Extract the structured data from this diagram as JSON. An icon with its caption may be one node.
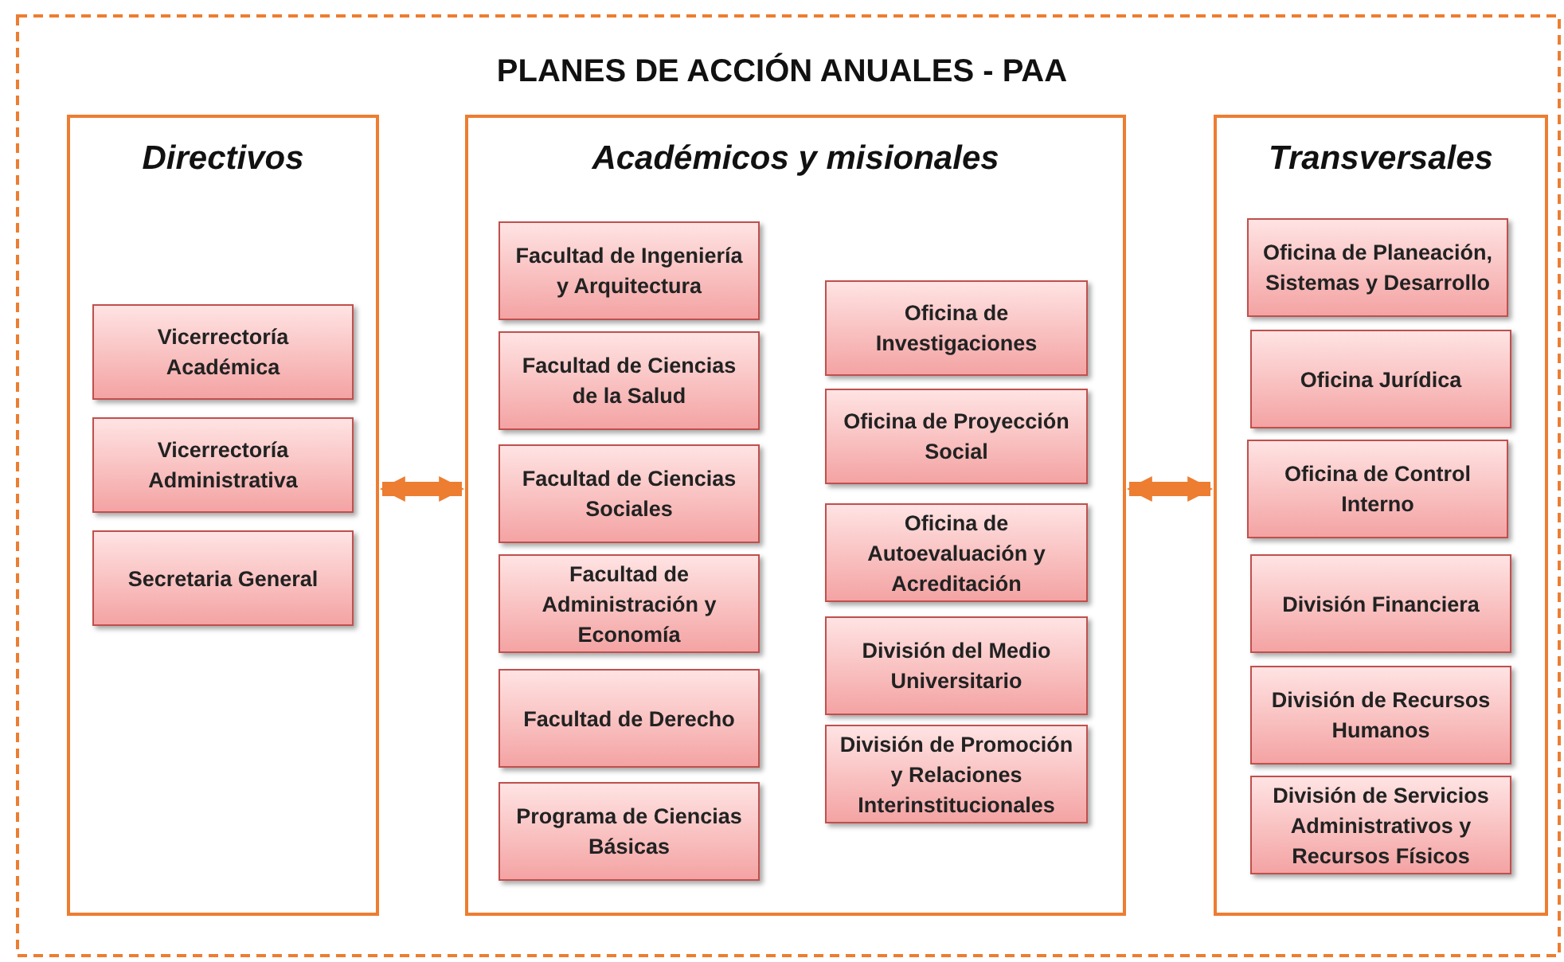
{
  "diagram": {
    "title": "PLANES DE ACCIÓN ANUALES - PAA",
    "nodes": [
      {
        "text": [
          "Directivos"
        ]
      },
      {
        "text": [
          "Vicerrectoría Académica"
        ],
        "in": 0
      },
      {
        "text": [
          "Vicerrectoría Administrativa"
        ],
        "in": 0
      },
      {
        "text": [
          "Secretaria General"
        ],
        "in": 0
      },
      {
        "text": [
          "Académicos y misionales"
        ]
      },
      {
        "text": [
          "Facultad de Ingeniería y Arquitectura"
        ],
        "in": 4
      },
      {
        "text": [
          "Facultad de Ciencias de la Salud"
        ],
        "in": 4
      },
      {
        "text": [
          "Facultad de Ciencias Sociales"
        ],
        "in": 4
      },
      {
        "text": [
          "Facultad de Administración y Economía"
        ],
        "in": 4
      },
      {
        "text": [
          "Facultad de Derecho"
        ],
        "in": 4
      },
      {
        "text": [
          "Programa de Ciencias Básicas"
        ],
        "in": 4
      },
      {
        "text": [
          "Oficina de Investigaciones"
        ],
        "in": 4
      },
      {
        "text": [
          "Oficina de Proyección Social"
        ],
        "in": 4
      },
      {
        "text": [
          "Oficina de Autoevaluación y Acreditación"
        ],
        "in": 4
      },
      {
        "text": [
          "División del Medio Universitario"
        ],
        "in": 4
      },
      {
        "text": [
          "División de Promoción y Relaciones Interinstitucionales"
        ],
        "in": 4
      },
      {
        "text": [
          "Transversales"
        ]
      },
      {
        "text": [
          "Oficina de Planeación, Sistemas y Desarrollo"
        ],
        "in": 16
      },
      {
        "text": [
          "Oficina Jurídica"
        ],
        "in": 16
      },
      {
        "text": [
          "Oficina de Control Interno"
        ],
        "in": 16
      },
      {
        "text": [
          "División Financiera"
        ],
        "in": 16
      },
      {
        "text": [
          "División de Recursos Humanos"
        ],
        "in": 16
      },
      {
        "text": [
          "División de Servicios Administrativos y Recursos Físicos"
        ],
        "in": 16
      }
    ],
    "edges": [
      {
        "from": 0,
        "to": 4,
        "arrow": "both"
      },
      {
        "from": 4,
        "to": 16,
        "arrow": "both"
      }
    ]
  }
}
